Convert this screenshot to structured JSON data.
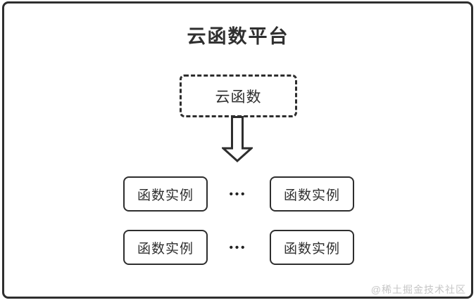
{
  "title": "云函数平台",
  "cloud_function": {
    "label": "云函数"
  },
  "instances": [
    {
      "label": "函数实例"
    },
    {
      "label": "函数实例"
    },
    {
      "label": "函数实例"
    },
    {
      "label": "函数实例"
    }
  ],
  "ellipsis": "•••",
  "watermark": "@稀土掘金技术社区",
  "icons": {
    "down_arrow": "hollow-block-arrow-down"
  },
  "colors": {
    "border": "#2e2e2e",
    "text": "#2f2f2f",
    "watermark": "#c6c6c6",
    "background": "#ffffff"
  }
}
